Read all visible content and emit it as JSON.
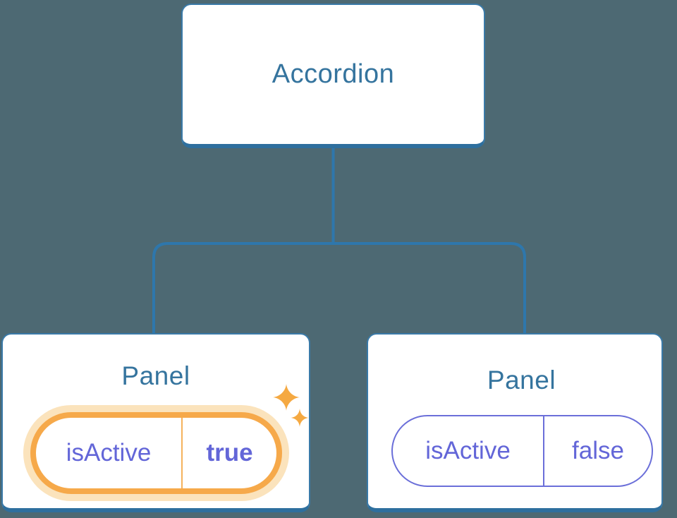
{
  "diagram": {
    "root": {
      "label": "Accordion"
    },
    "panels": [
      {
        "title": "Panel",
        "state": {
          "name": "isActive",
          "value": "true"
        },
        "highlighted": true
      },
      {
        "title": "Panel",
        "state": {
          "name": "isActive",
          "value": "false"
        },
        "highlighted": false
      }
    ],
    "icons": {
      "sparkles": "sparkles-icon"
    },
    "colors": {
      "background": "#4D6973",
      "connector_blue": "#2E77AC",
      "node_border_blue": "#3A7AA8",
      "node_border_bottom_blue": "#2E6F9E",
      "label_blue": "#35749E",
      "state_purple": "#6366D8",
      "highlight_orange": "#F6A94A",
      "highlight_halo": "#FBE3BC",
      "sparkle_orange": "#F5A942",
      "node_fill": "#FFFFFF"
    }
  }
}
